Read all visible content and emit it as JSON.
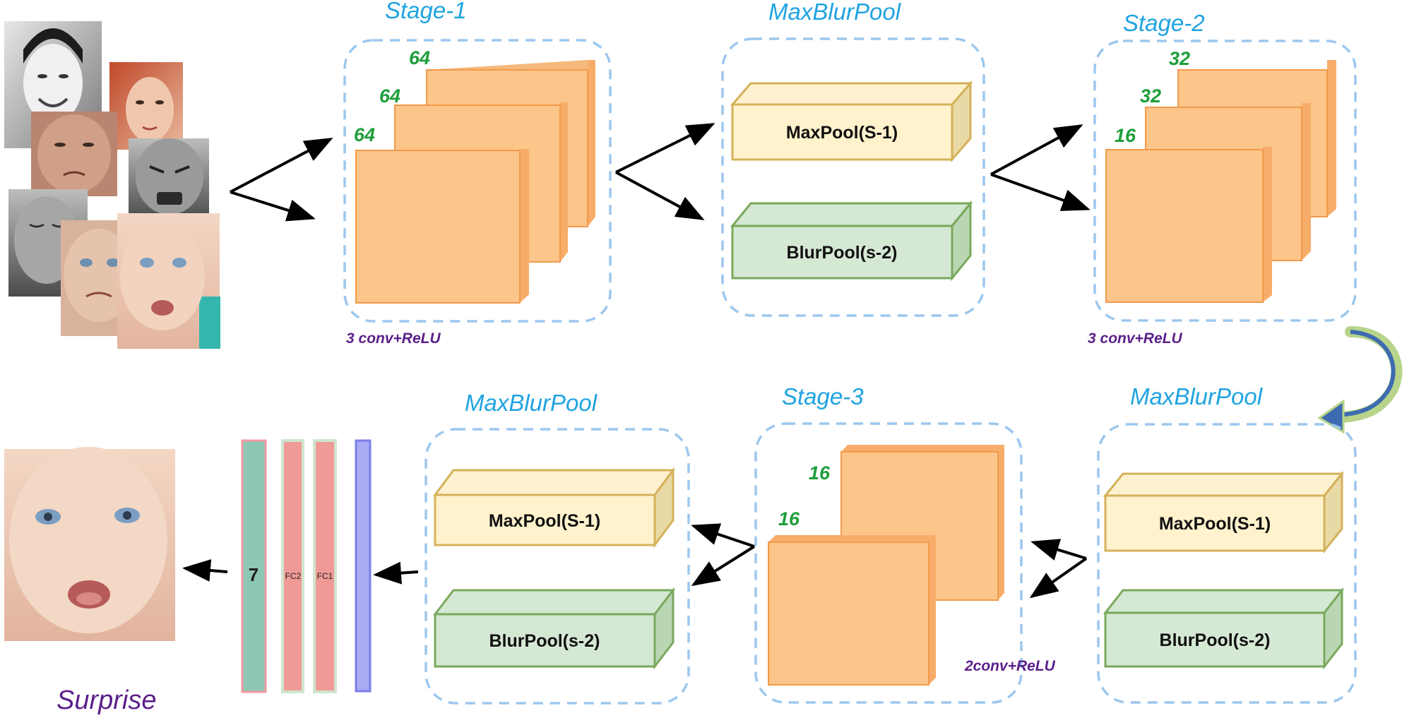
{
  "stage1": {
    "title": "Stage-1",
    "counts": [
      "64",
      "64",
      "64"
    ],
    "conv_label": "3 conv+ReLU"
  },
  "pool1": {
    "title": "MaxBlurPool",
    "maxpool_label": "MaxPool(S-1)",
    "blurpool_label": "BlurPool(s-2)"
  },
  "stage2": {
    "title": "Stage-2",
    "counts": [
      "32",
      "32",
      "16"
    ],
    "conv_label": "3 conv+ReLU"
  },
  "pool2": {
    "title": "MaxBlurPool",
    "maxpool_label": "MaxPool(S-1)",
    "blurpool_label": "BlurPool(s-2)"
  },
  "stage3": {
    "title": "Stage-3",
    "counts": [
      "16",
      "16"
    ],
    "conv_label": "2conv+ReLU"
  },
  "pool3": {
    "title": "MaxBlurPool",
    "maxpool_label": "MaxPool(S-1)",
    "blurpool_label": "BlurPool(s-2)"
  },
  "classifier": {
    "output_size": "7",
    "fc2_label": "FC2",
    "fc1_label": "FC1"
  },
  "result": {
    "label": "Surprise"
  },
  "colors": {
    "title_blue": "#1fa3e0",
    "count_green": "#1e9e3a",
    "conv_purple": "#5b1f8a",
    "feature_orange": "#fcc58a",
    "maxpool_yellow": "#fdf1cf",
    "blurpool_green": "#d5e8d4",
    "dashed_border": "#9cc7ee"
  }
}
